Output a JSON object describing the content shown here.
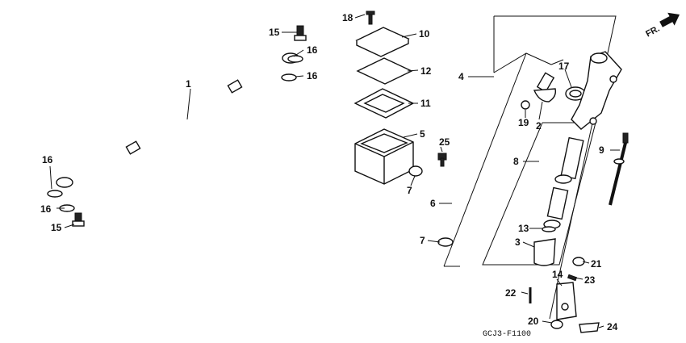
{
  "diagram": {
    "code": "GCJ3-F1100",
    "direction_label": "FR.",
    "callouts": {
      "c1": "1",
      "c2": "2",
      "c3": "3",
      "c4": "4",
      "c5": "5",
      "c6": "6",
      "c7a": "7",
      "c7b": "7",
      "c8": "8",
      "c9": "9",
      "c10": "10",
      "c11": "11",
      "c12": "12",
      "c13": "13",
      "c14": "14",
      "c15a": "15",
      "c15b": "15",
      "c16a": "16",
      "c16b": "16",
      "c16c": "16",
      "c16d": "16",
      "c17": "17",
      "c18": "18",
      "c19": "19",
      "c20": "20",
      "c21": "21",
      "c22": "22",
      "c23": "23",
      "c24": "24",
      "c25": "25"
    }
  }
}
